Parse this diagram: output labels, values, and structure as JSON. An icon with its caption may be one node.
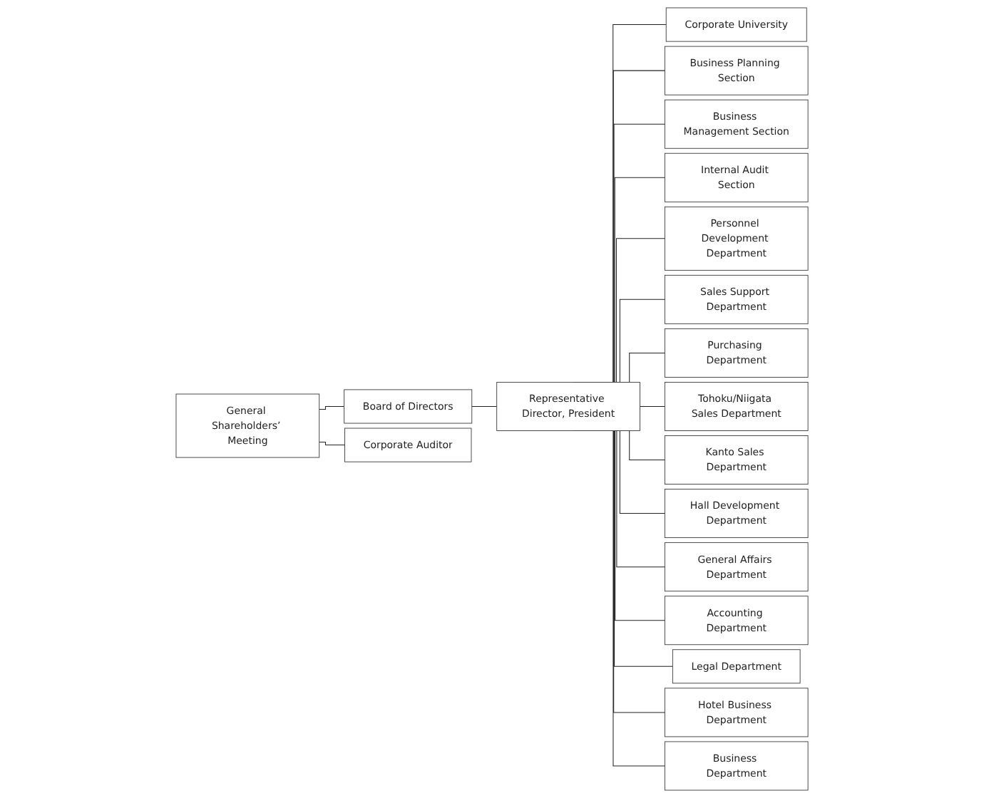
{
  "diagram": {
    "nodes": [
      {
        "text": [
          "General Shareholders’ Meeting"
        ]
      },
      {
        "text": [
          "Board of Directors"
        ]
      },
      {
        "text": [
          "Corporate Auditor"
        ]
      },
      {
        "text": [
          "Representative Director, President"
        ]
      },
      {
        "text": [
          "Corporate University"
        ]
      },
      {
        "text": [
          "Business Planning Section"
        ]
      },
      {
        "text": [
          "Business Management Section"
        ]
      },
      {
        "text": [
          "Internal Audit Section"
        ]
      },
      {
        "text": [
          "Personnel Development Department"
        ]
      },
      {
        "text": [
          "Sales Support Department"
        ]
      },
      {
        "text": [
          "Purchasing Department"
        ]
      },
      {
        "text": [
          "Tohoku/Niigata Sales Department"
        ]
      },
      {
        "text": [
          "Kanto Sales Department"
        ]
      },
      {
        "text": [
          "Hall Development Department"
        ]
      },
      {
        "text": [
          "General Affairs Department"
        ]
      },
      {
        "text": [
          "Accounting Department"
        ]
      },
      {
        "text": [
          "Legal Department"
        ]
      },
      {
        "text": [
          "Hotel Business Department"
        ]
      },
      {
        "text": [
          "Business Department"
        ]
      }
    ],
    "edges": [
      {
        "from": 0,
        "to": 1,
        "arrow": "none"
      },
      {
        "from": 0,
        "to": 2,
        "arrow": "none"
      },
      {
        "from": 1,
        "to": 3,
        "arrow": "none"
      },
      {
        "from": 3,
        "to": 4,
        "arrow": "none"
      },
      {
        "from": 3,
        "to": 5,
        "arrow": "none"
      },
      {
        "from": 3,
        "to": 6,
        "arrow": "none"
      },
      {
        "from": 3,
        "to": 7,
        "arrow": "none"
      },
      {
        "from": 3,
        "to": 8,
        "arrow": "none"
      },
      {
        "from": 3,
        "to": 9,
        "arrow": "none"
      },
      {
        "from": 3,
        "to": 10,
        "arrow": "none"
      },
      {
        "from": 3,
        "to": 11,
        "arrow": "none"
      },
      {
        "from": 3,
        "to": 12,
        "arrow": "none"
      },
      {
        "from": 3,
        "to": 13,
        "arrow": "none"
      },
      {
        "from": 3,
        "to": 14,
        "arrow": "none"
      },
      {
        "from": 3,
        "to": 15,
        "arrow": "none"
      },
      {
        "from": 3,
        "to": 16,
        "arrow": "none"
      },
      {
        "from": 3,
        "to": 17,
        "arrow": "none"
      },
      {
        "from": 3,
        "to": 18,
        "arrow": "none"
      }
    ]
  }
}
